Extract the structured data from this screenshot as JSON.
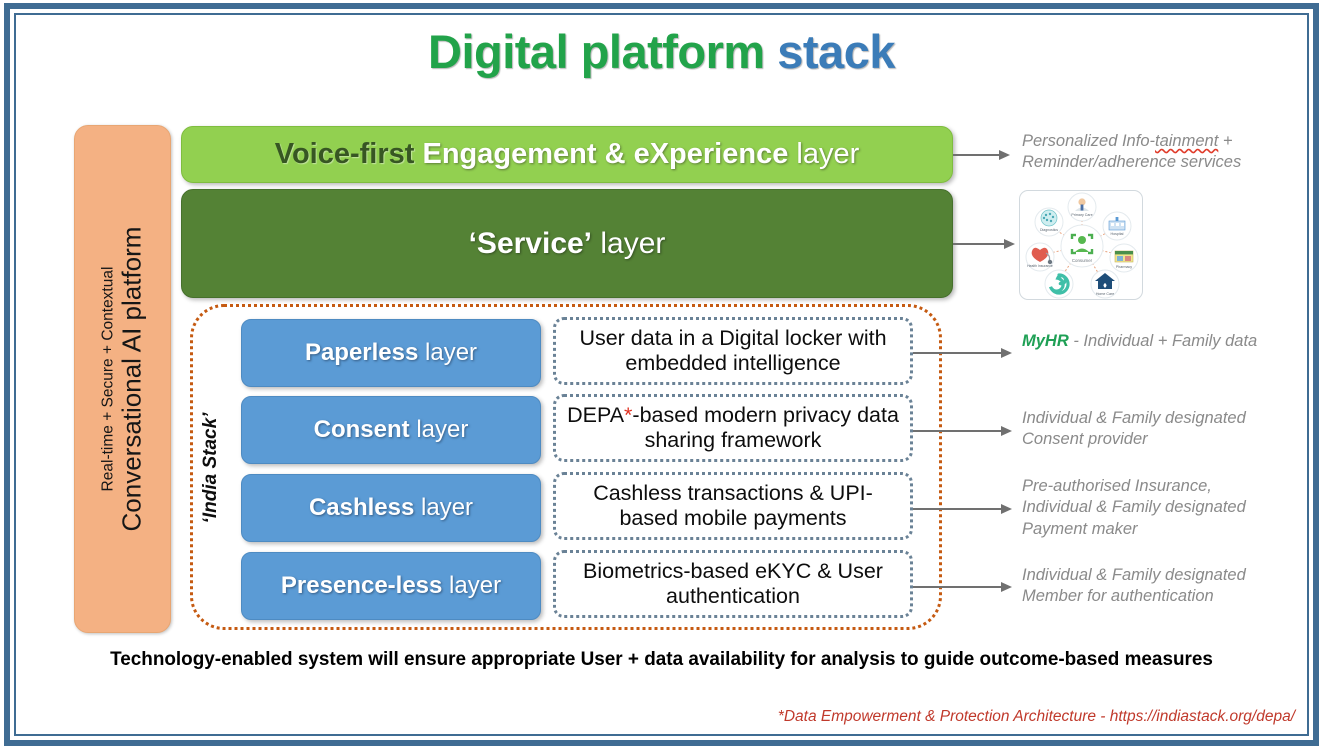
{
  "slide": {
    "title": {
      "part1": "Digital platform",
      "part2": "stack"
    },
    "frame_color": "#3f6c93",
    "title_colors": {
      "green": "#22a34a",
      "blue": "#3b7cb8"
    }
  },
  "platform_bar": {
    "subtitle": "Real-time + Secure + Contextual",
    "title": "Conversational AI platform",
    "color": "#f4b183"
  },
  "green_layers": [
    {
      "bold_dark": "Voice-first",
      "bold_white": "Engagement & eXperience",
      "regular": "layer",
      "color": "#92d050"
    },
    {
      "bold_white": "‘Service’",
      "regular": "layer",
      "color": "#548235"
    }
  ],
  "india_stack": {
    "label": "‘India Stack’",
    "border_color": "#c55a11",
    "rows": [
      {
        "layer_bold": "Paperless",
        "layer_regular": "layer",
        "description": "User data in a Digital locker with embedded intelligence",
        "note_green": "MyHR",
        "note_gray": " - Individual + Family data"
      },
      {
        "layer_bold": "Consent",
        "layer_regular": "layer",
        "description_pre": "DEPA",
        "description_asterisk": "*",
        "description_post": "-based modern privacy data sharing framework",
        "note_gray": "Individual & Family designated Consent provider"
      },
      {
        "layer_bold": "Cashless",
        "layer_regular": "layer",
        "description": "Cashless transactions & UPI-based mobile payments",
        "note_gray": "Pre-authorised Insurance, Individual & Family designated Payment maker"
      },
      {
        "layer_bold": "Presence-less",
        "layer_regular": "layer",
        "description": "Biometrics-based eKYC & User authentication",
        "note_gray": "Individual & Family designated Member for authentication"
      }
    ],
    "layer_color": "#5b9bd5",
    "description_border_color": "#6a8296"
  },
  "top_notes": [
    {
      "line1_pre": "Personalized Info-",
      "line1_spell": "tainment",
      "line1_post": " +",
      "line2": "Reminder/adherence services"
    }
  ],
  "ecosystem_graphic": {
    "center_label": "Consumer",
    "nodes": [
      {
        "label": "Primary Care"
      },
      {
        "label": "Hospital"
      },
      {
        "label": "Pharmacy"
      },
      {
        "label": "Home Care"
      },
      {
        "label": "Health Insurance"
      },
      {
        "label": "Diagnostics"
      }
    ]
  },
  "bottom_line": "Technology-enabled system will ensure appropriate User + data availability for analysis to guide outcome-based measures",
  "footnote": "*Data Empowerment & Protection Architecture - https://indiastack.org/depa/"
}
